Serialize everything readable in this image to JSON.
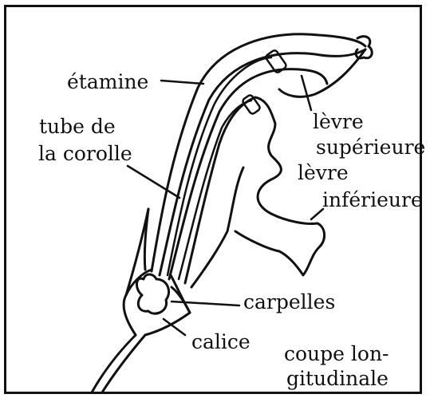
{
  "labels": {
    "etamine": "étamine",
    "tube_line1": "tube de",
    "tube_line2": "la corolle",
    "levre_sup_line1": "lèvre",
    "levre_sup_line2": "supérieure",
    "levre_inf_line1": "lèvre",
    "levre_inf_line2": "inférieure",
    "carpelles": "carpelles",
    "calice": "calice",
    "coupe_line1": "coupe lon-",
    "coupe_line2": "gitudinale"
  }
}
